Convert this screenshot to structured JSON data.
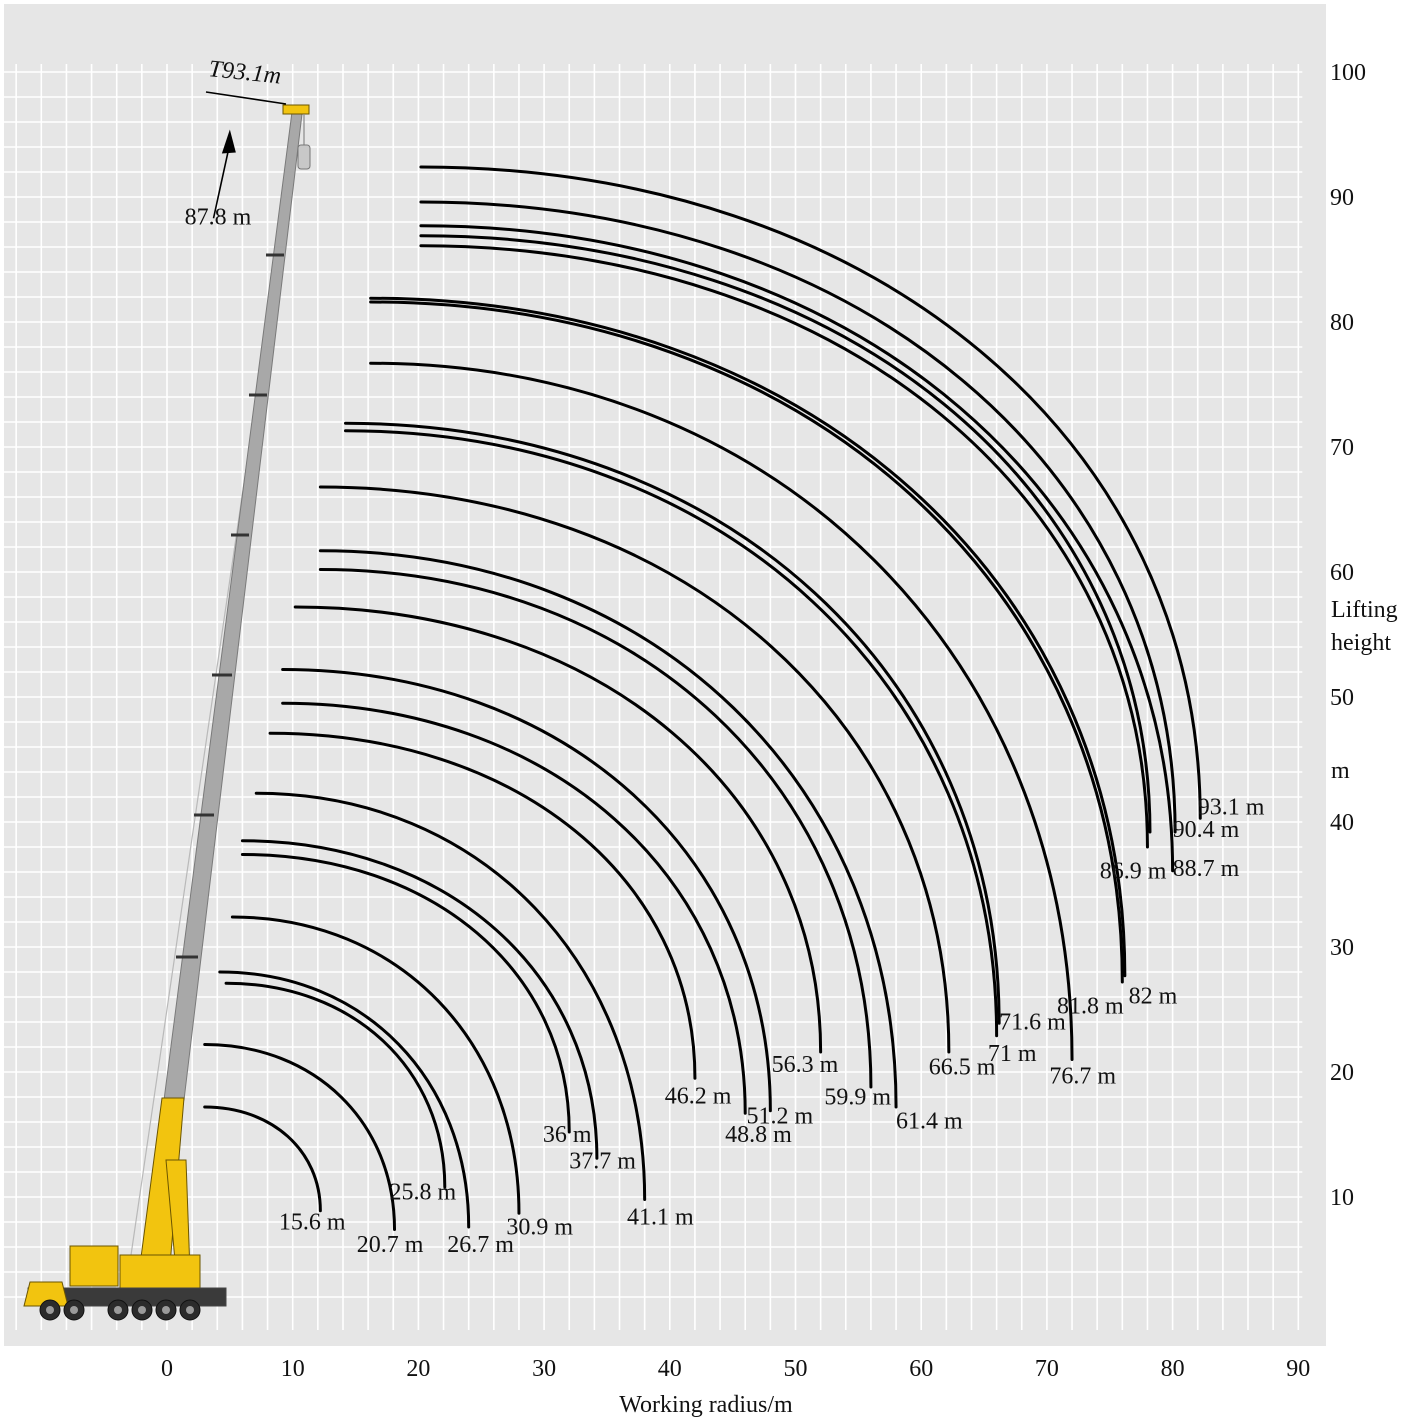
{
  "chart_data": {
    "type": "line",
    "title": "",
    "xlabel": "Working radius/m",
    "ylabel": [
      "Lifting",
      "height",
      "m"
    ],
    "xlim": [
      -13,
      90
    ],
    "ylim": [
      0,
      100
    ],
    "x_ticks": [
      "0",
      "10",
      "20",
      "30",
      "40",
      "50",
      "60",
      "70",
      "80",
      "90"
    ],
    "y_ticks": [
      "10",
      "20",
      "30",
      "40",
      "50",
      "60",
      "70",
      "80",
      "90",
      "100"
    ],
    "grid": true,
    "colors": {
      "plot_background": "#e6e6e6",
      "grid": "#ffffff",
      "curves": "#000000",
      "crane_yellow": "#f2c40f",
      "boom_grey": "#a8a8a8"
    },
    "tip_label": "T93.1m",
    "tip_arrow": {
      "from": [
        3.7,
        88.3
      ],
      "to": [
        5.0,
        95.4
      ]
    },
    "boom_line": {
      "from": [
        0.2,
        18.2
      ],
      "to": [
        10.2,
        96.6
      ]
    },
    "curves": [
      {
        "boom": "15.6 m",
        "points": [
          [
            3.0,
            17.2
          ],
          [
            12.2,
            8.9
          ]
        ],
        "label": "15.6 m",
        "label_at": [
          8.9,
          7.4
        ]
      },
      {
        "boom": "20.7 m",
        "points": [
          [
            3.0,
            22.2
          ],
          [
            18.1,
            7.4
          ]
        ],
        "label": "20.7 m",
        "label_at": [
          15.1,
          5.6
        ]
      },
      {
        "boom": "25.8 m",
        "points": [
          [
            4.7,
            27.1
          ],
          [
            22.1,
            10.8
          ]
        ],
        "label": "25.8 m",
        "label_at": [
          17.7,
          9.8
        ]
      },
      {
        "boom": "26.7 m",
        "points": [
          [
            4.2,
            28.0
          ],
          [
            24.0,
            7.6
          ]
        ],
        "label": "26.7 m",
        "label_at": [
          22.3,
          5.6
        ]
      },
      {
        "boom": "30.9 m",
        "points": [
          [
            5.2,
            32.4
          ],
          [
            28.0,
            8.7
          ]
        ],
        "label": "30.9 m",
        "label_at": [
          27.0,
          7.0
        ]
      },
      {
        "boom": "36 m",
        "points": [
          [
            6.0,
            37.4
          ],
          [
            32.0,
            15.2
          ]
        ],
        "label": "36 m",
        "label_at": [
          29.9,
          14.4
        ]
      },
      {
        "boom": "37.7 m",
        "points": [
          [
            6.0,
            38.5
          ],
          [
            34.2,
            13.1
          ]
        ],
        "label": "37.7 m",
        "label_at": [
          32.0,
          12.3
        ]
      },
      {
        "boom": "41.1 m",
        "points": [
          [
            7.1,
            42.3
          ],
          [
            38.0,
            9.8
          ]
        ],
        "label": "41.1 m",
        "label_at": [
          36.6,
          7.8
        ]
      },
      {
        "boom": "46.2 m",
        "points": [
          [
            8.2,
            47.1
          ],
          [
            42.0,
            19.5
          ]
        ],
        "label": "46.2 m",
        "label_at": [
          39.6,
          17.5
        ]
      },
      {
        "boom": "48.8 m",
        "points": [
          [
            9.2,
            49.5
          ],
          [
            46.0,
            16.7
          ]
        ],
        "label": "48.8 m",
        "label_at": [
          44.4,
          14.4
        ]
      },
      {
        "boom": "51.2 m",
        "points": [
          [
            9.2,
            52.2
          ],
          [
            48.0,
            16.9
          ]
        ],
        "label": "51.2 m",
        "label_at": [
          46.1,
          15.9
        ]
      },
      {
        "boom": "56.3 m",
        "points": [
          [
            10.2,
            57.2
          ],
          [
            52.0,
            21.6
          ]
        ],
        "label": "56.3 m",
        "label_at": [
          48.1,
          20.0
        ]
      },
      {
        "boom": "59.9 m",
        "points": [
          [
            12.2,
            60.2
          ],
          [
            56.0,
            18.8
          ]
        ],
        "label": "59.9 m",
        "label_at": [
          52.3,
          17.4
        ]
      },
      {
        "boom": "61.4 m",
        "points": [
          [
            12.2,
            61.7
          ],
          [
            58.0,
            17.2
          ]
        ],
        "label": "61.4 m",
        "label_at": [
          58.0,
          15.5
        ]
      },
      {
        "boom": "66.5 m",
        "points": [
          [
            12.2,
            66.8
          ],
          [
            62.2,
            21.6
          ]
        ],
        "label": "66.5 m",
        "label_at": [
          60.6,
          19.8
        ]
      },
      {
        "boom": "71 m",
        "points": [
          [
            14.2,
            71.3
          ],
          [
            66.0,
            22.9
          ]
        ],
        "label": "71 m",
        "label_at": [
          65.3,
          20.9
        ]
      },
      {
        "boom": "71.6 m",
        "points": [
          [
            14.2,
            71.9
          ],
          [
            66.2,
            23.9
          ]
        ],
        "label": "71.6 m",
        "label_at": [
          66.2,
          23.4
        ]
      },
      {
        "boom": "76.7 m",
        "points": [
          [
            16.2,
            76.7
          ],
          [
            72.0,
            21.0
          ]
        ],
        "label": "76.7 m",
        "label_at": [
          70.2,
          19.1
        ]
      },
      {
        "boom": "81.8 m",
        "points": [
          [
            16.2,
            81.6
          ],
          [
            76.0,
            27.2
          ]
        ],
        "label": "81.8 m",
        "label_at": [
          70.8,
          24.7
        ]
      },
      {
        "boom": "82 m",
        "points": [
          [
            16.2,
            81.9
          ],
          [
            76.2,
            27.7
          ]
        ],
        "label": "82 m",
        "label_at": [
          76.5,
          25.5
        ]
      },
      {
        "boom": "86.9 m",
        "points": [
          [
            20.2,
            86.1
          ],
          [
            78.0,
            38.0
          ]
        ],
        "label": "86.9 m",
        "label_at": [
          74.2,
          35.5
        ]
      },
      {
        "boom": "87.8 m",
        "points": [
          [
            20.2,
            86.9
          ],
          [
            78.2,
            39.2
          ]
        ],
        "label": "87.8 m",
        "label_at": [
          1.4,
          87.8
        ]
      },
      {
        "boom": "88.7 m",
        "points": [
          [
            20.2,
            87.7
          ],
          [
            80.0,
            36.1
          ]
        ],
        "label": "88.7 m",
        "label_at": [
          80.0,
          35.7
        ]
      },
      {
        "boom": "90.4 m",
        "points": [
          [
            20.2,
            89.6
          ],
          [
            80.2,
            39.2
          ]
        ],
        "label": "90.4 m",
        "label_at": [
          80.0,
          38.8
        ]
      },
      {
        "boom": "93.1 m",
        "points": [
          [
            20.2,
            92.4
          ],
          [
            82.2,
            40.3
          ]
        ],
        "label": "93.1 m",
        "label_at": [
          82.0,
          40.6
        ]
      }
    ]
  }
}
